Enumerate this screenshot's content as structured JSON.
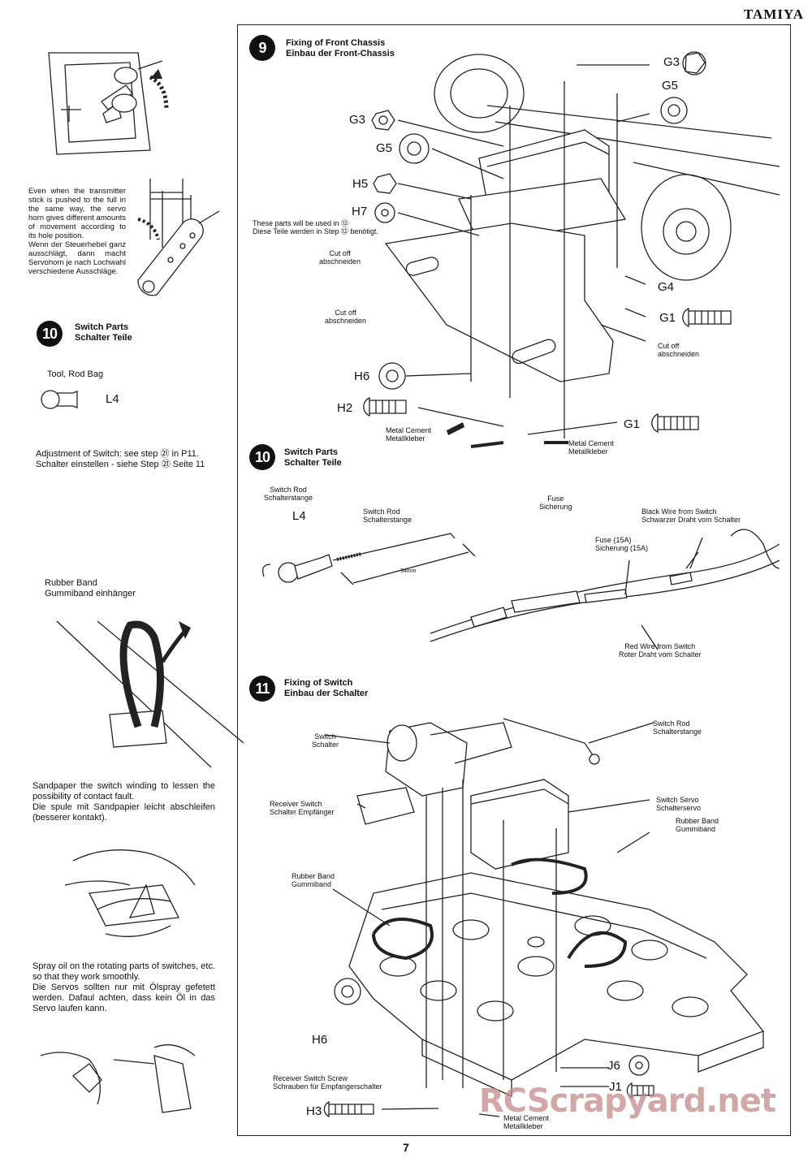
{
  "brand": "TAMIYA",
  "page_number": "7",
  "watermark": "RCScrapyard.net",
  "left": {
    "servo_note_en": "Even when the transmitter stick is pushed to the full in the same way, the servo horn gives different amounts of movement according to its hole position.",
    "servo_note_de": "Wenn der Steuerhebel ganz ausschlägt, dann macht Servohorn je nach Lochwahl verschiedene Ausschläge.",
    "step10_num": "10",
    "step10_title_en": "Switch Parts",
    "step10_title_de": "Schalter Teile",
    "tool_bag": "Tool, Rod Bag",
    "l4": "L4",
    "adjust_en": "Adjustment of Switch: see step ㉑ in P11.",
    "adjust_de": "Schalter einstellen - siehe Step ㉑ Seite 11",
    "rubber_band_en": "Rubber Band",
    "rubber_band_de": "Gummiband einhänger",
    "sandpaper_en": "Sandpaper the switch winding to lessen the possibility of contact fault.",
    "sandpaper_de": "Die spule mit Sandpapier leicht abschleifen (besserer kontakt).",
    "spray_en": "Spray oil on the rotating parts of switches, etc. so that they work smoothly.",
    "spray_de": "Die Servos sollten nur mit Ölspray gefetett werden. Dafaul achten, dass kein Öl in das Servo laufen kann."
  },
  "step9": {
    "num": "9",
    "title_en": "Fixing of Front Chassis",
    "title_de": "Einbau der Front-Chassis",
    "parts": [
      "G3",
      "G5",
      "G3",
      "G5",
      "H5",
      "H7",
      "G4",
      "G1",
      "H6",
      "H2",
      "G1"
    ],
    "note_en": "These parts will be used in ⑫",
    "note_de": "Diese Teile werden in Step ⑫ benötigt.",
    "cutoff_en": "Cut off",
    "cutoff_de": "abschneiden",
    "metal_cement_en": "Metal Cement",
    "metal_cement_de": "Metallkleber"
  },
  "step10": {
    "num": "10",
    "title_en": "Switch Parts",
    "title_de": "Schalter Teile",
    "switch_rod_en": "Switch Rod",
    "switch_rod_de": "Schalterstange",
    "l4": "L4",
    "dim": "34mm",
    "fuse_en": "Fuse",
    "fuse_de": "Sicherung",
    "fuse15_en": "Fuse (15A)",
    "fuse15_de": "Sicherung (15A)",
    "black_wire_en": "Black Wire from Switch",
    "black_wire_de": "Schwarzer Draht vom Schalter",
    "red_wire_en": "Red Wire from Switch",
    "red_wire_de": "Roter Draht vom Schalter"
  },
  "step11": {
    "num": "11",
    "title_en": "Fixing of Switch",
    "title_de": "Einbau der Schalter",
    "switch_en": "Switch",
    "switch_de": "Schalter",
    "switch_rod_en": "Switch Rod",
    "switch_rod_de": "Schalterstange",
    "receiver_switch_en": "Receiver Switch",
    "receiver_switch_de": "Schalter Empfänger",
    "switch_servo_en": "Switch Servo",
    "switch_servo_de": "Schalterservo",
    "rubber_band_en": "Rubber Band",
    "rubber_band_de": "Gummiband",
    "rubber_band2_en": "Rubber Band",
    "rubber_band2_de": "Gummiband",
    "screw_en": "Receiver Switch Screw",
    "screw_de": "Schrauben für Empfangerschalter",
    "metal_cement_en": "Metal Cement",
    "metal_cement_de": "Metallkleber",
    "parts": [
      "H6",
      "H3",
      "J6",
      "J1"
    ]
  }
}
